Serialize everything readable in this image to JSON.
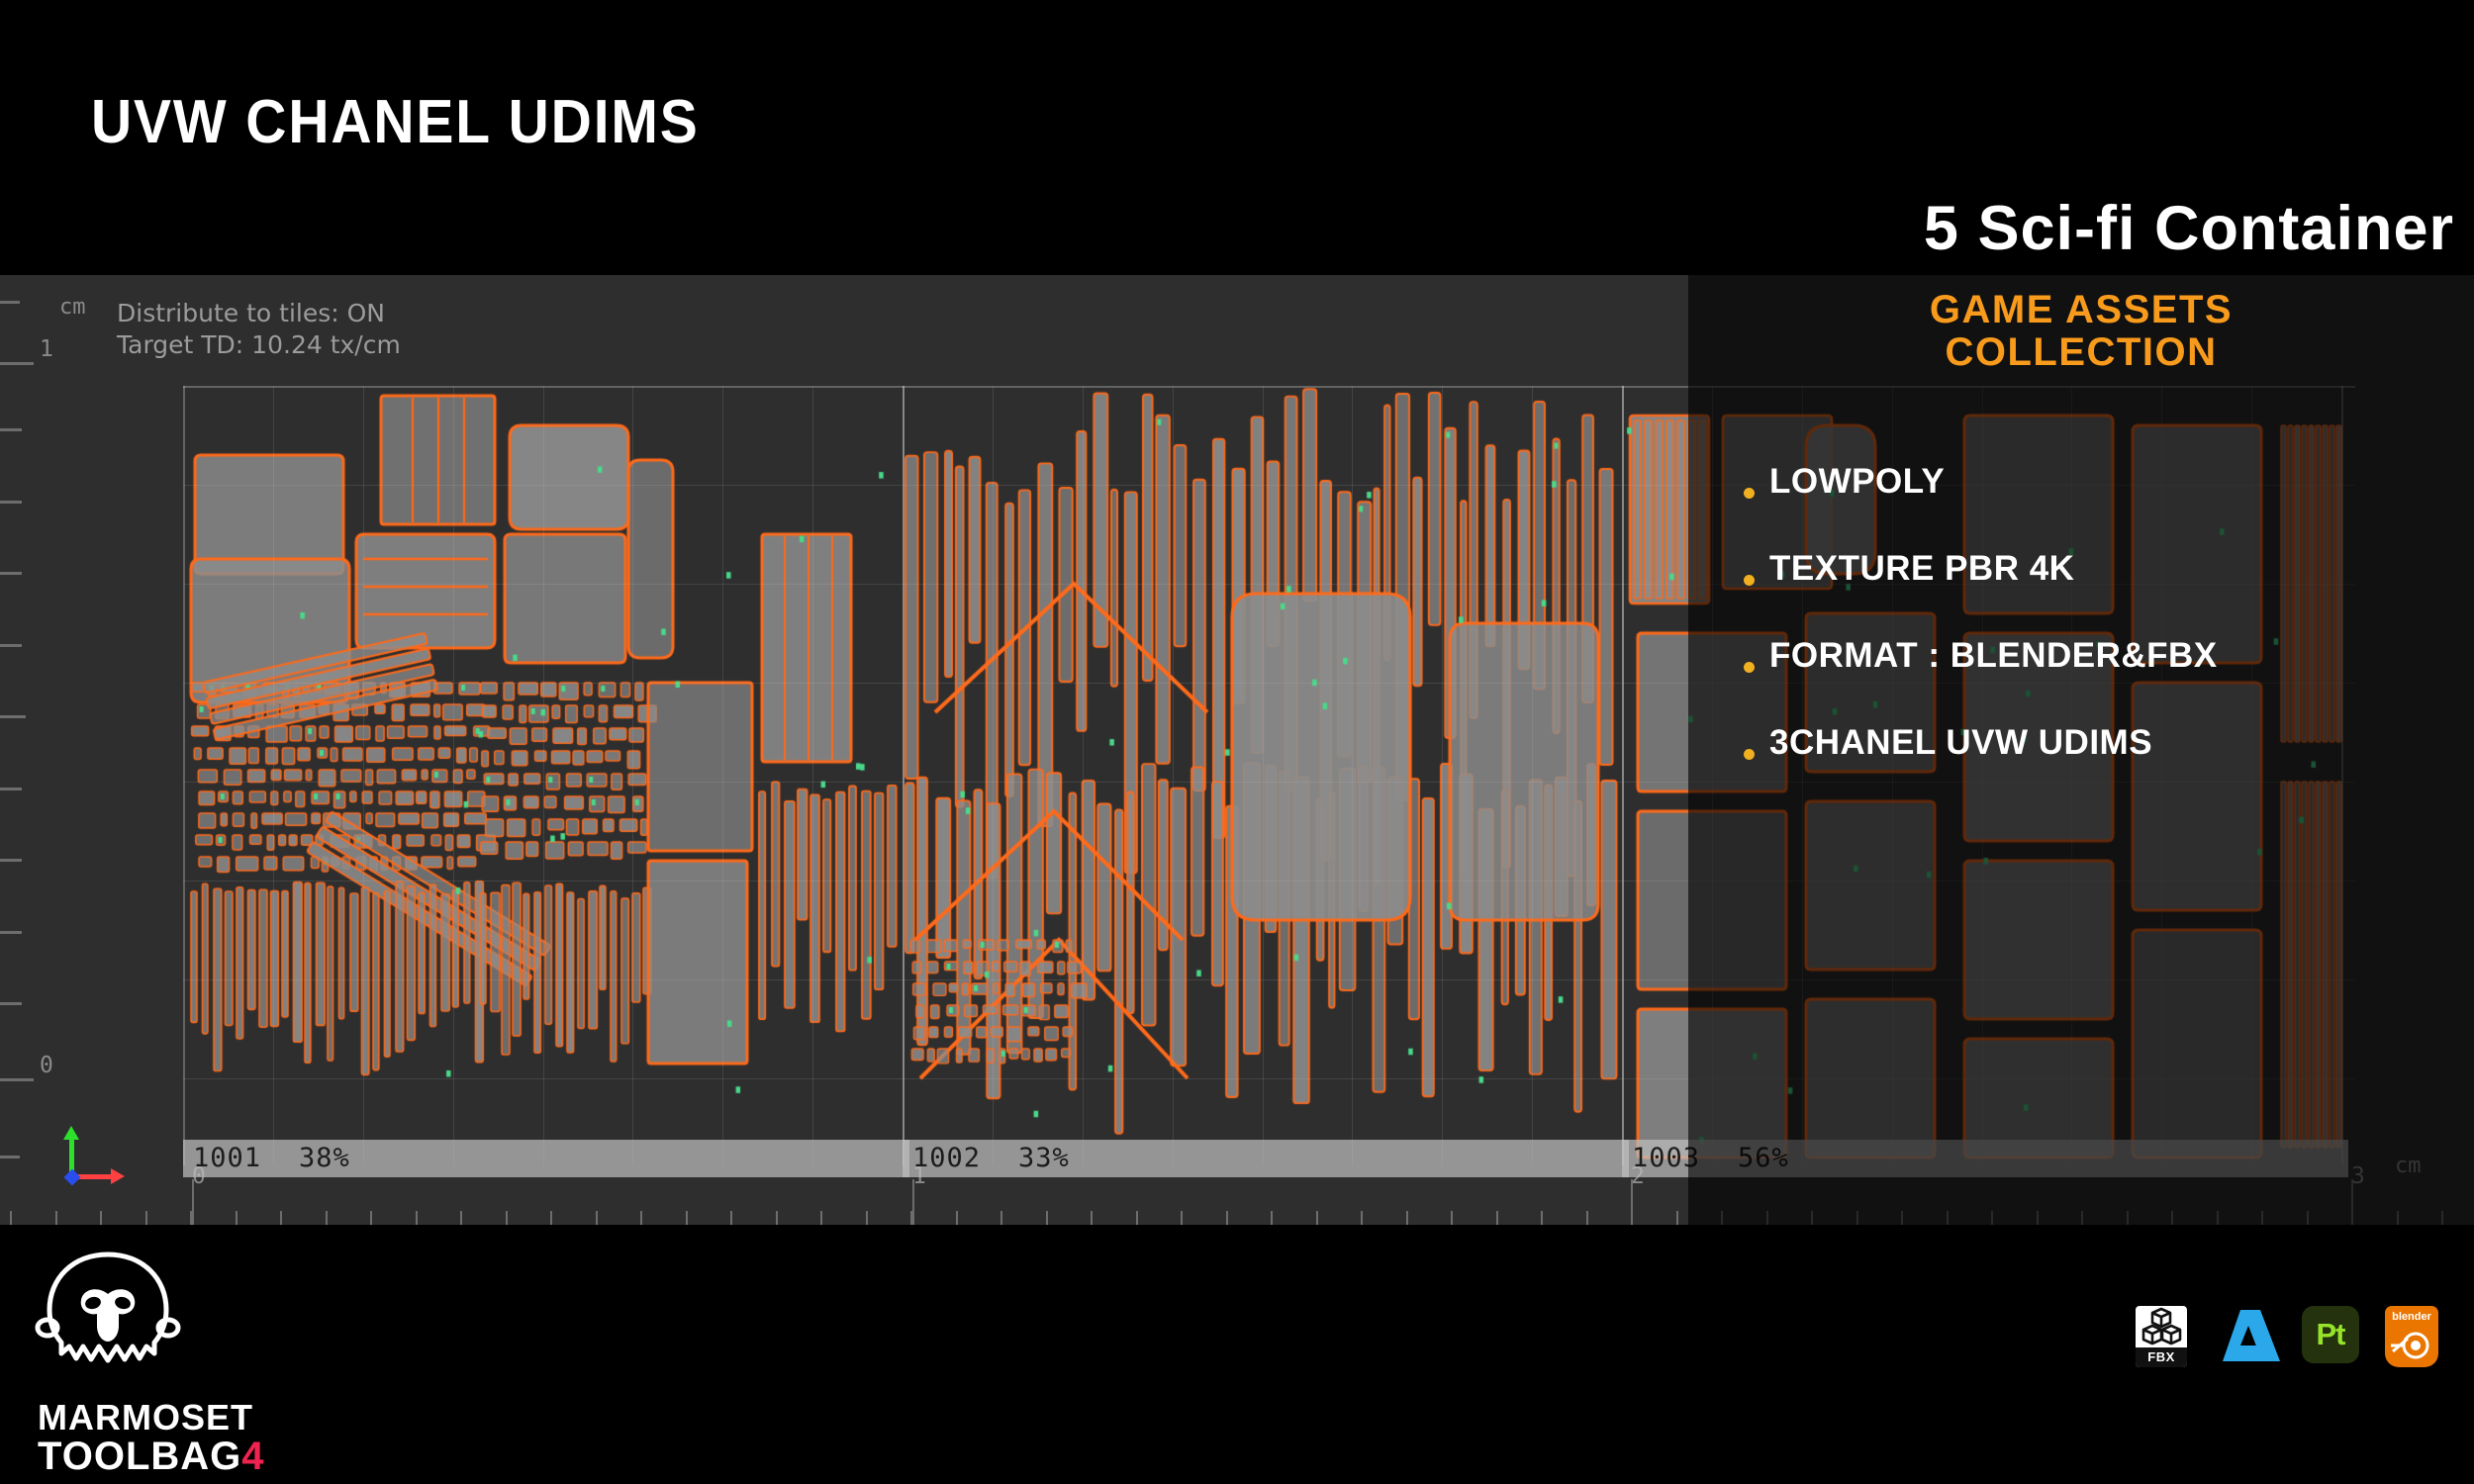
{
  "headline": "UVW CHANEL UDIMS",
  "product_title": "5 Sci-fi  Container",
  "collection_title_line1": "GAME ASSETS",
  "collection_title_line2": "COLLECTION",
  "features": [
    {
      "label": "LOWPOLY"
    },
    {
      "label": "TEXTURE PBR 4K"
    },
    {
      "label": "FORMAT : BLENDER&FBX"
    },
    {
      "label": "3CHANEL UVW UDIMS"
    }
  ],
  "viewport": {
    "status_distribute": "Distribute to tiles: ON",
    "status_target_td": "Target TD: 10.24 tx/cm",
    "unit_top_left": "cm",
    "unit_bottom_right": "cm",
    "vertical_ticks": [
      "1",
      "0"
    ],
    "horizontal_ticks": [
      "0",
      "1",
      "2",
      "3"
    ],
    "udim_tiles": [
      {
        "id": "1001",
        "coverage": "38%"
      },
      {
        "id": "1002",
        "coverage": "33%"
      },
      {
        "id": "1003",
        "coverage": "56%"
      }
    ],
    "gizmo": {
      "y_axis_color": "#2ee02e",
      "x_axis_color": "#ff4040",
      "origin_color": "#2a4df0"
    }
  },
  "branding": {
    "name_line1": "MARMOSET",
    "name_line2": "TOOLBAG",
    "version": "4"
  },
  "software_icons": [
    {
      "name": "fbx-file-icon",
      "label": "FBX"
    },
    {
      "name": "marmoset-logo-icon",
      "label": ""
    },
    {
      "name": "substance-painter-icon",
      "label": "Pt"
    },
    {
      "name": "blender-icon",
      "label": "blender"
    }
  ],
  "colors": {
    "accent_orange": "#f89b1c",
    "uv_edge_orange": "#ff6a1a",
    "uv_fill_gray": "#8c8c8c",
    "viewport_bg": "#2e2e2e",
    "bullet_dot": "#f0b020",
    "brand_version": "#ef2350"
  }
}
